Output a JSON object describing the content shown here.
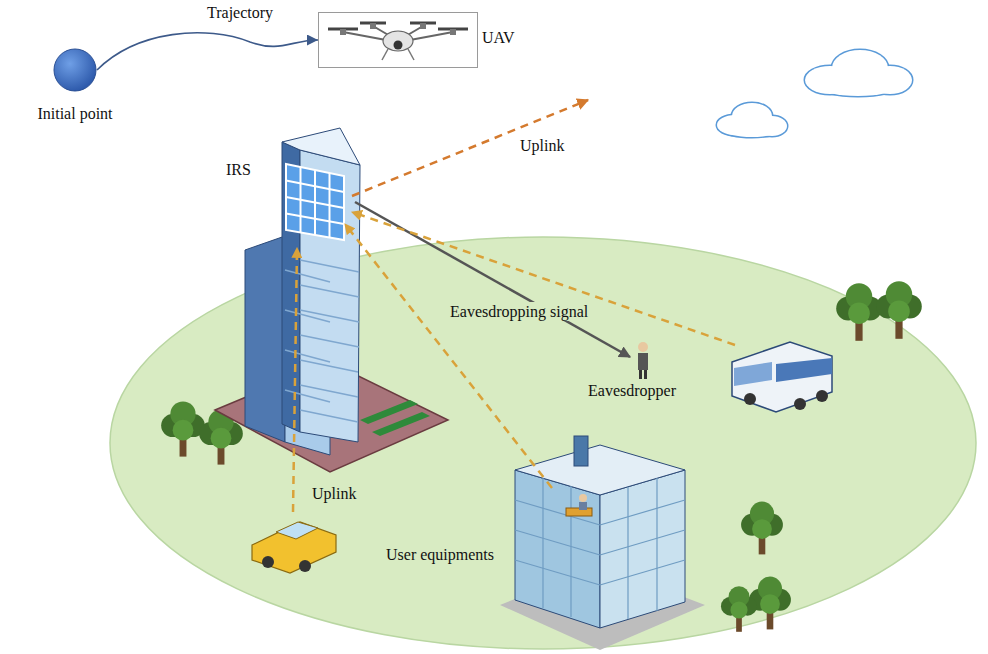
{
  "diagram": {
    "nodes": [
      {
        "text": [
          "Initial point"
        ]
      },
      {
        "text": [
          "UAV"
        ]
      }
    ],
    "edges": [
      {
        "from": 0,
        "to": 1,
        "arrow": "to",
        "label": "Trajectory"
      }
    ],
    "labels": [
      "Uplink",
      "IRS",
      "Eavesdropping signal",
      "Eavesdropper",
      "Uplink",
      "User equipments"
    ]
  }
}
